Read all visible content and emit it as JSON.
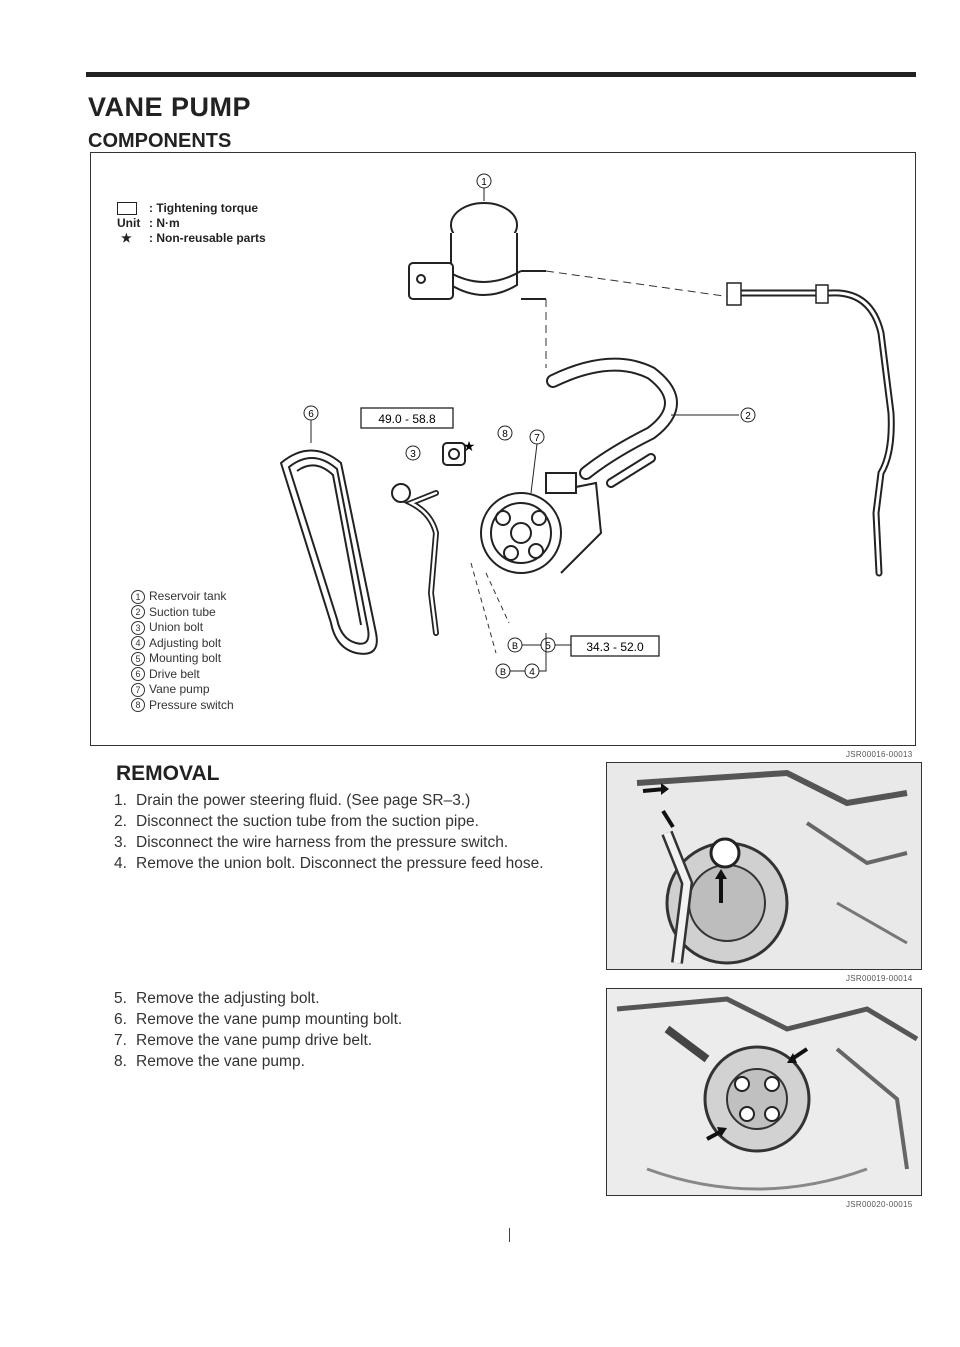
{
  "page": {
    "title": "VANE PUMP",
    "section": "COMPONENTS"
  },
  "legend": {
    "torque": ": Tightening torque",
    "unit_key": "Unit",
    "unit_value": ": N·m",
    "star_key": "★",
    "star_value": ": Non-reusable parts"
  },
  "components": [
    {
      "num": "1",
      "label": "Reservoir tank"
    },
    {
      "num": "2",
      "label": "Suction tube"
    },
    {
      "num": "3",
      "label": "Union bolt"
    },
    {
      "num": "4",
      "label": "Adjusting bolt"
    },
    {
      "num": "5",
      "label": "Mounting bolt"
    },
    {
      "num": "6",
      "label": "Drive belt"
    },
    {
      "num": "7",
      "label": "Vane pump"
    },
    {
      "num": "8",
      "label": "Pressure switch"
    }
  ],
  "torques": {
    "union": "49.0 - 58.8",
    "mounting": "34.3 - 52.0"
  },
  "image_codes": {
    "components": "JSR00016-00013",
    "photo1": "JSR00019-00014",
    "photo2": "JSR00020-00015"
  },
  "removal": {
    "title": "REMOVAL",
    "steps_a": [
      {
        "n": "1.",
        "text": "Drain the power steering fluid. (See page SR–3.)"
      },
      {
        "n": "2.",
        "text": "Disconnect the suction tube from the suction pipe."
      },
      {
        "n": "3.",
        "text": "Disconnect the wire harness from the pressure switch."
      },
      {
        "n": "4.",
        "text": "Remove the union bolt. Disconnect the pressure feed hose."
      }
    ],
    "steps_b": [
      {
        "n": "5.",
        "text": "Remove the adjusting bolt."
      },
      {
        "n": "6.",
        "text": "Remove the vane pump mounting bolt."
      },
      {
        "n": "7.",
        "text": "Remove the vane pump drive belt."
      },
      {
        "n": "8.",
        "text": "Remove the vane pump."
      }
    ]
  }
}
